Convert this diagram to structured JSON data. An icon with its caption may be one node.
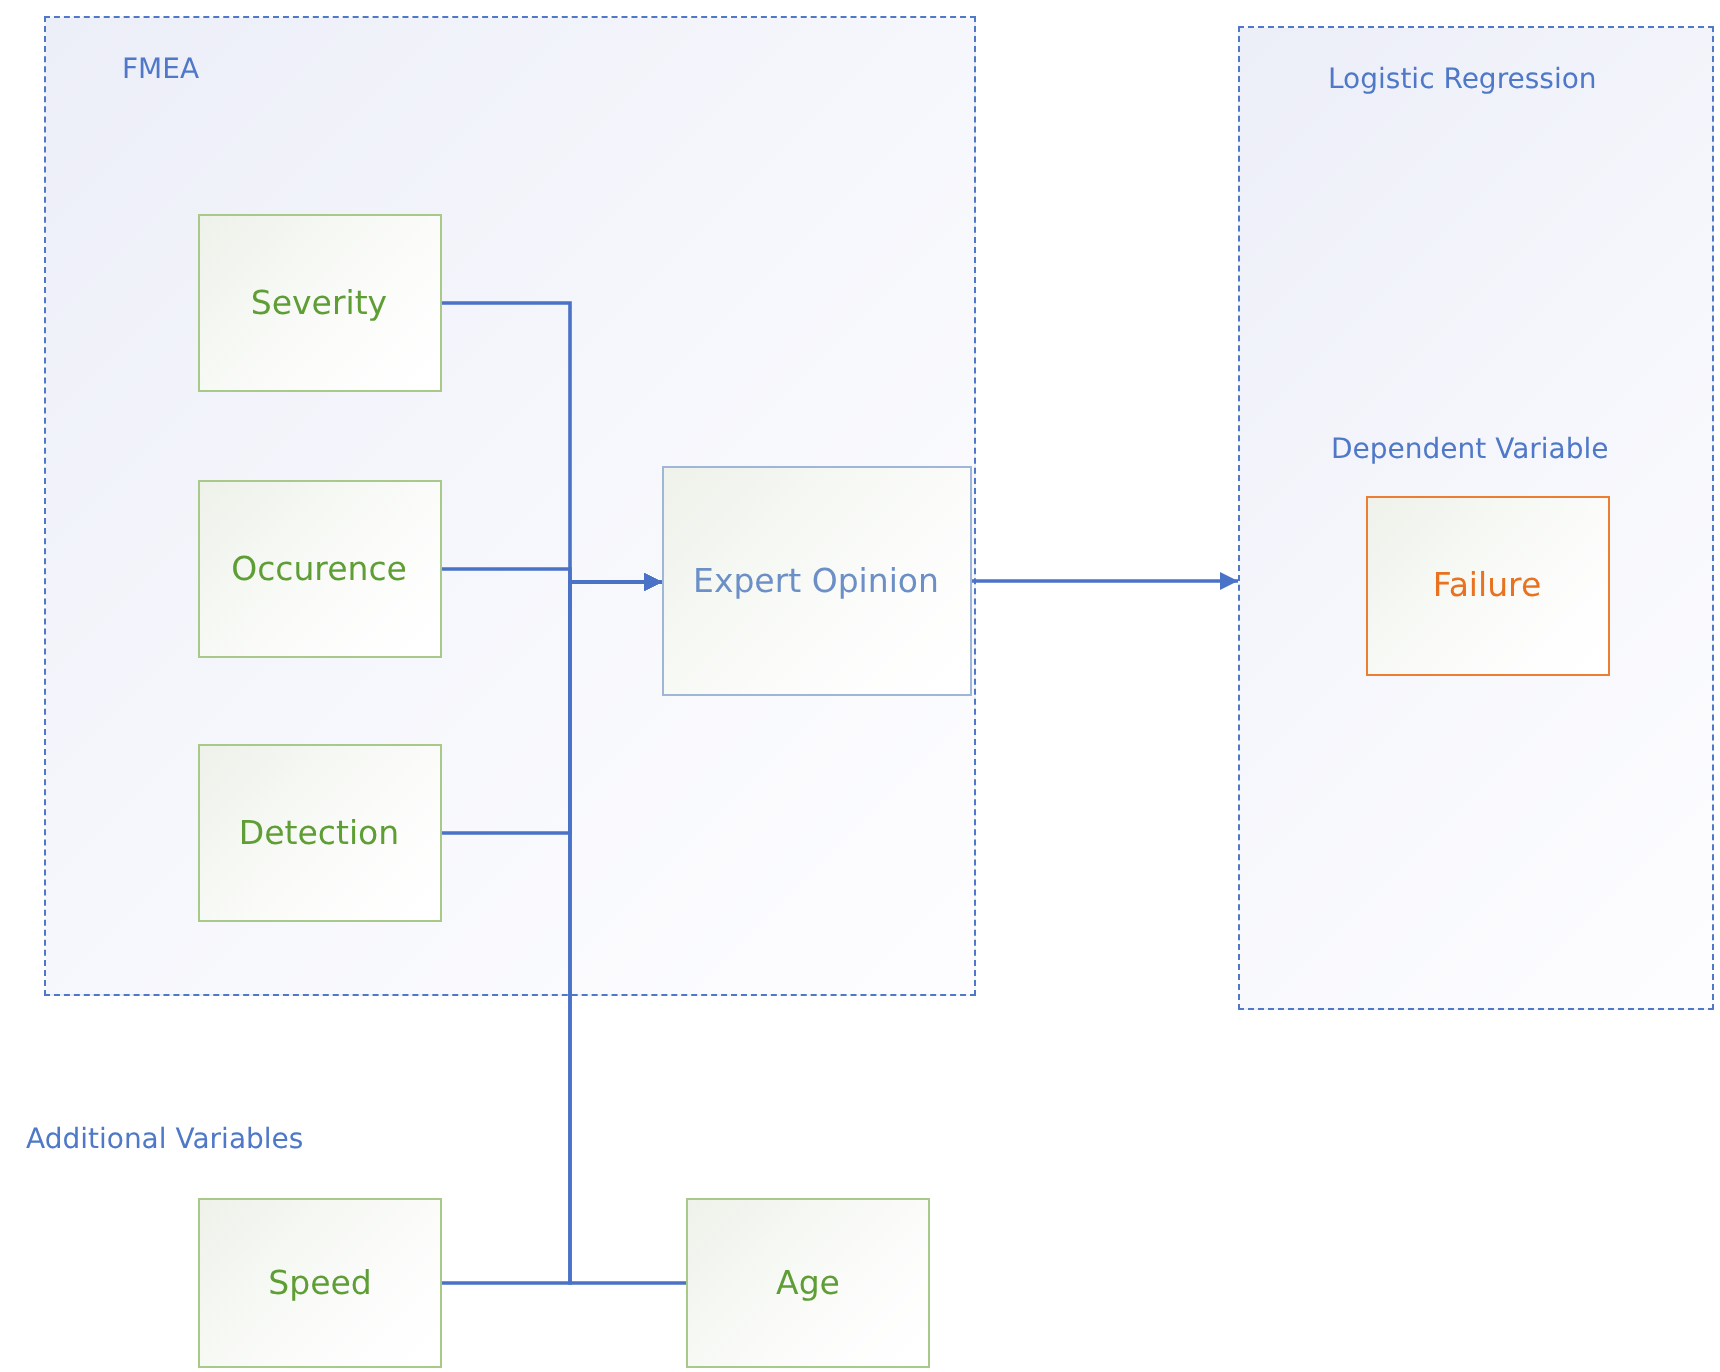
{
  "diagram": {
    "nodes": [
      {
        "text": [
          "FMEA"
        ]
      },
      {
        "text": [
          "Severity"
        ],
        "in": 0
      },
      {
        "text": [
          "Occurence"
        ],
        "in": 0
      },
      {
        "text": [
          "Detection"
        ],
        "in": 0
      },
      {
        "text": [
          "Expert Opinion"
        ],
        "in": 0
      },
      {
        "text": [
          "Logistic Regression"
        ]
      },
      {
        "text": [
          "Failure"
        ],
        "in": 5,
        "beside": [
          "Dependent Variable"
        ]
      },
      {
        "text": [
          "Speed"
        ]
      },
      {
        "text": [
          "Age"
        ]
      }
    ],
    "edges": [
      {
        "from": 1,
        "to": 4,
        "arrow": "to"
      },
      {
        "from": 2,
        "to": 4,
        "arrow": "to"
      },
      {
        "from": 3,
        "to": 4,
        "arrow": "to"
      },
      {
        "from": 7,
        "to": 4,
        "arrow": "to"
      },
      {
        "from": 8,
        "to": 4,
        "arrow": "to"
      },
      {
        "from": 4,
        "to": 5,
        "arrow": "to"
      }
    ],
    "labels": [
      "Additional Variables"
    ]
  }
}
